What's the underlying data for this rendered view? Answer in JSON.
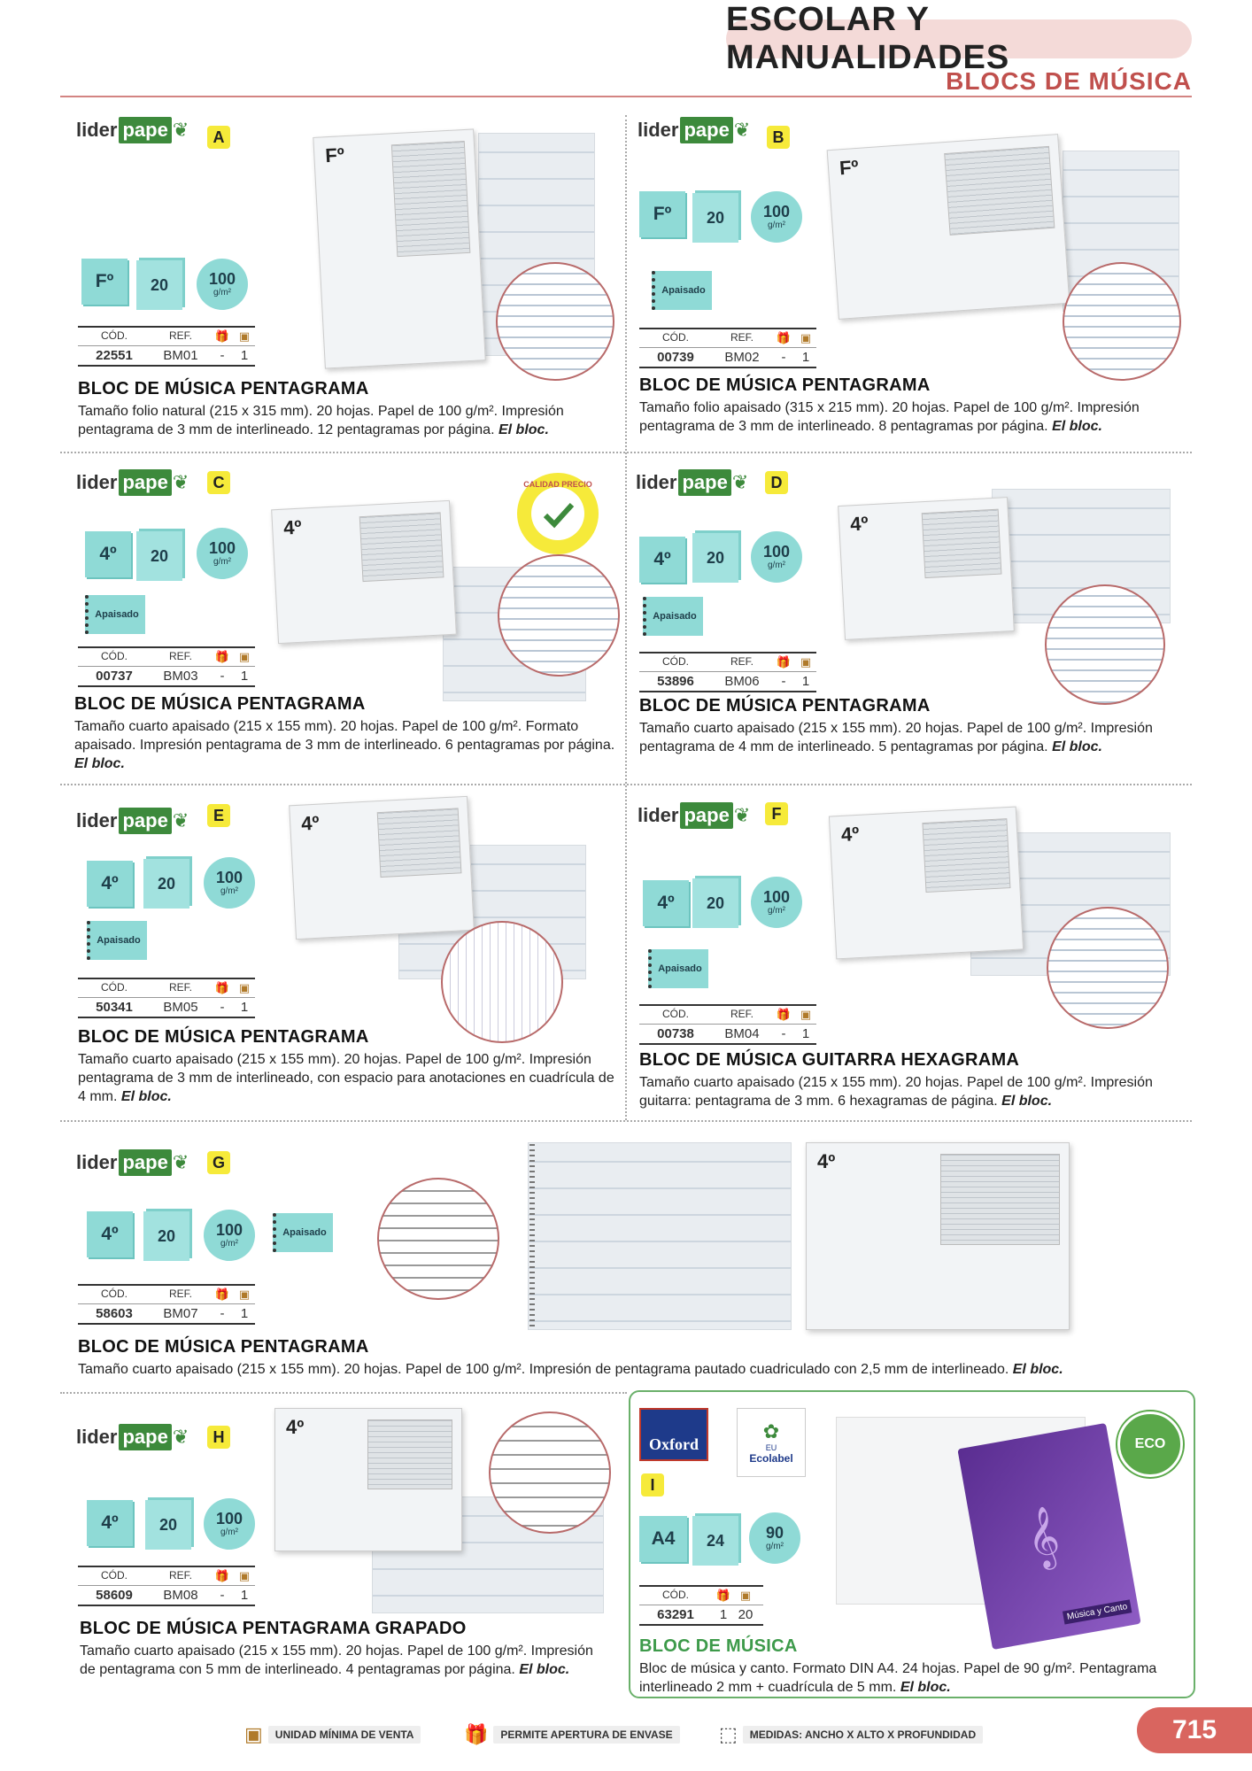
{
  "header": {
    "category": "ESCOLAR Y MANUALIDADES",
    "subcategory": "BLOCS DE MÚSICA"
  },
  "brand": {
    "prefix": "lider",
    "box": "pape",
    "leaf_icon": "leaf-icon"
  },
  "table_headers": {
    "cod": "CÓD.",
    "ref": "REF."
  },
  "products": [
    {
      "letter": "A",
      "format": "Fº",
      "sheets": "20",
      "gsm": "100",
      "gsm_unit": "g/m²",
      "apaisado": "",
      "cod": "22551",
      "ref": "BM01",
      "units_open": "-",
      "units_min": "1",
      "title": "BLOC DE MÚSICA PENTAGRAMA",
      "desc": "Tamaño folio natural (215 x 315 mm). 20 hojas. Papel de 100 g/m². Impresión pentagrama de 3 mm de interlineado. 12 pentagramas por página.",
      "desc_em": "El bloc.",
      "img_format": "Fº"
    },
    {
      "letter": "B",
      "format": "Fº",
      "sheets": "20",
      "gsm": "100",
      "gsm_unit": "g/m²",
      "apaisado": "Apaisado",
      "cod": "00739",
      "ref": "BM02",
      "units_open": "-",
      "units_min": "1",
      "title": "BLOC DE MÚSICA PENTAGRAMA",
      "desc": "Tamaño folio apaisado (315 x 215 mm). 20 hojas. Papel de 100 g/m². Impresión pentagrama de 3 mm de interlineado. 8 pentagramas por página.",
      "desc_em": "El bloc.",
      "img_format": "Fº"
    },
    {
      "letter": "C",
      "format": "4º",
      "sheets": "20",
      "gsm": "100",
      "gsm_unit": "g/m²",
      "apaisado": "Apaisado",
      "cod": "00737",
      "ref": "BM03",
      "units_open": "-",
      "units_min": "1",
      "title": "BLOC DE MÚSICA PENTAGRAMA",
      "desc": "Tamaño cuarto apaisado (215 x 155 mm). 20 hojas. Papel de 100 g/m². Formato apaisado. Impresión pentagrama de 3 mm de interlineado. 6 pentagramas por página.",
      "desc_em": "El bloc.",
      "img_format": "4º"
    },
    {
      "letter": "D",
      "format": "4º",
      "sheets": "20",
      "gsm": "100",
      "gsm_unit": "g/m²",
      "apaisado": "Apaisado",
      "cod": "53896",
      "ref": "BM06",
      "units_open": "-",
      "units_min": "1",
      "title": "BLOC DE MÚSICA PENTAGRAMA",
      "desc": "Tamaño cuarto apaisado (215 x 155 mm). 20 hojas. Papel de 100 g/m². Impresión pentagrama de 4 mm de interlineado. 5 pentagramas por página.",
      "desc_em": "El bloc.",
      "img_format": "4º"
    },
    {
      "letter": "E",
      "format": "4º",
      "sheets": "20",
      "gsm": "100",
      "gsm_unit": "g/m²",
      "apaisado": "Apaisado",
      "cod": "50341",
      "ref": "BM05",
      "units_open": "-",
      "units_min": "1",
      "title": "BLOC DE MÚSICA PENTAGRAMA",
      "desc": "Tamaño cuarto apaisado (215 x 155 mm). 20 hojas. Papel de 100 g/m². Impresión pentagrama de 3 mm de interlineado, con espacio para anotaciones en cuadrícula de 4 mm.",
      "desc_em": "El bloc.",
      "img_format": "4º"
    },
    {
      "letter": "F",
      "format": "4º",
      "sheets": "20",
      "gsm": "100",
      "gsm_unit": "g/m²",
      "apaisado": "Apaisado",
      "cod": "00738",
      "ref": "BM04",
      "units_open": "-",
      "units_min": "1",
      "title": "BLOC DE MÚSICA GUITARRA HEXAGRAMA",
      "desc": "Tamaño cuarto apaisado (215 x 155 mm). 20 hojas. Papel de 100 g/m². Impresión guitarra: pentagrama de 3 mm. 6 hexagramas de página.",
      "desc_em": "El bloc.",
      "img_format": "4º"
    },
    {
      "letter": "G",
      "format": "4º",
      "sheets": "20",
      "gsm": "100",
      "gsm_unit": "g/m²",
      "apaisado": "Apaisado",
      "cod": "58603",
      "ref": "BM07",
      "units_open": "-",
      "units_min": "1",
      "title": "BLOC DE MÚSICA PENTAGRAMA",
      "desc": "Tamaño cuarto apaisado (215 x 155 mm). 20 hojas. Papel de 100 g/m². Impresión de pentagrama pautado cuadriculado con 2,5 mm de interlineado.",
      "desc_em": "El bloc.",
      "img_format": "4º"
    },
    {
      "letter": "H",
      "format": "4º",
      "sheets": "20",
      "gsm": "100",
      "gsm_unit": "g/m²",
      "apaisado": "",
      "cod": "58609",
      "ref": "BM08",
      "units_open": "-",
      "units_min": "1",
      "title": "BLOC DE MÚSICA PENTAGRAMA GRAPADO",
      "desc": "Tamaño cuarto apaisado (215 x 155 mm). 20 hojas. Papel de 100 g/m². Impresión de pentagrama con 5 mm de interlineado. 4 pentagramas por página.",
      "desc_em": "El bloc.",
      "img_format": "4º"
    },
    {
      "letter": "I",
      "format": "A4",
      "sheets": "24",
      "gsm": "90",
      "gsm_unit": "g/m²",
      "apaisado": "",
      "cod": "63291",
      "ref": "",
      "units_open": "1",
      "units_min": "20",
      "title": "BLOC DE MÚSICA",
      "desc": "Bloc de música y canto. Formato DIN A4. 24 hojas. Papel de 90 g/m². Pentagrama interlineado 2 mm + cuadrícula de 5 mm.",
      "desc_em": "El bloc.",
      "img_format": ""
    }
  ],
  "badges": {
    "calidad": "CALIDAD PRECIO",
    "eco": "ECO",
    "oxford": "Oxford",
    "ecolabel_eu": "EU",
    "ecolabel": "Ecolabel",
    "notebook_label": "Música y Canto"
  },
  "footer": {
    "min_unit": "UNIDAD MÍNIMA DE VENTA",
    "open_pack": "PERMITE APERTURA DE ENVASE",
    "measures": "MEDIDAS: ANCHO X ALTO X PROFUNDIDAD"
  },
  "page_number": "715",
  "colors": {
    "accent": "#c0504d",
    "teal": "#8fdad6",
    "green": "#3d8a3c",
    "yellow": "#f6ea3a"
  }
}
